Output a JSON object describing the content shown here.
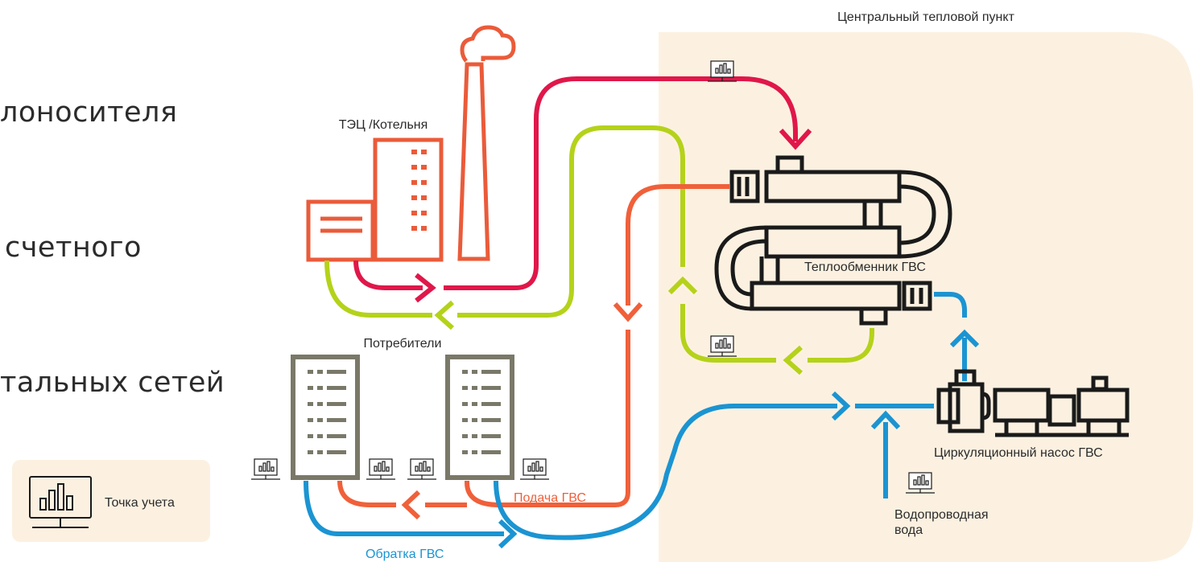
{
  "heading": {
    "lines": [
      "лоносителя",
      "счетного",
      "тальных сетей"
    ]
  },
  "labels": {
    "central_heat_point": "Центральный тепловой пункт",
    "chp_boiler": "ТЭЦ /Котельня",
    "heat_exchanger": "Теплообменник ГВС",
    "consumers": "Потребители",
    "circulation_pump": "Циркуляционный насос ГВС",
    "supply_hw": "Подача ГВС",
    "return_hw": "Обратка ГВС",
    "tap_water_line1": "Водопроводная",
    "tap_water_line2": "вода"
  },
  "legend": {
    "meter_point": "Точка учета",
    "icon": "meter-monitor-icon"
  },
  "colors": {
    "heat_supply": "#e0174a",
    "heat_return": "#b5d21a",
    "hot_water_supply": "#f0603a",
    "hot_water_return": "#1b94d2",
    "zone_fill": "#fcf1e1",
    "building_gray": "#7a7868",
    "equipment_dark": "#1a1a1a",
    "chp_orange": "#ea5b3a"
  }
}
